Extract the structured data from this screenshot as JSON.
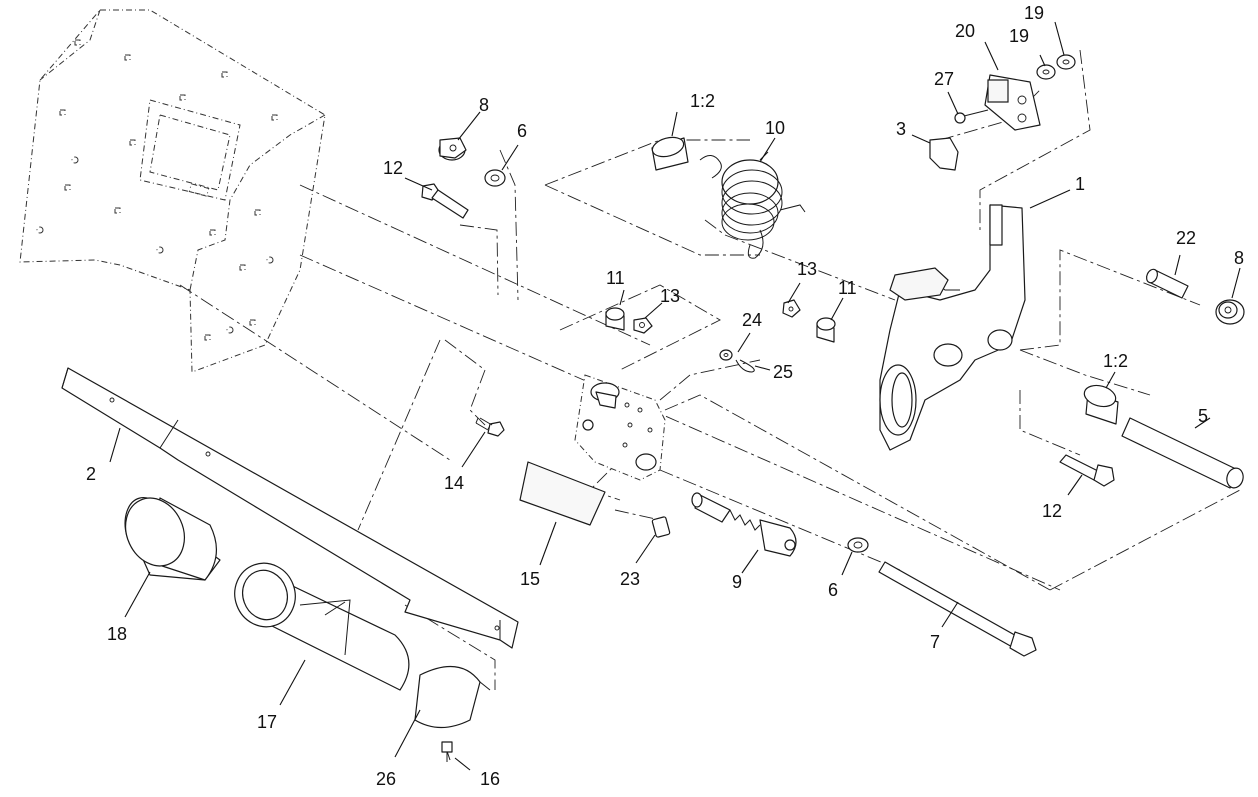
{
  "callouts": [
    {
      "id": "c1",
      "label": "1"
    },
    {
      "id": "c2",
      "label": "2"
    },
    {
      "id": "c3",
      "label": "3"
    },
    {
      "id": "c5",
      "label": "5"
    },
    {
      "id": "c6a",
      "label": "6"
    },
    {
      "id": "c6b",
      "label": "6"
    },
    {
      "id": "c7",
      "label": "7"
    },
    {
      "id": "c8a",
      "label": "8"
    },
    {
      "id": "c8b",
      "label": "8"
    },
    {
      "id": "c9",
      "label": "9"
    },
    {
      "id": "c10",
      "label": "10"
    },
    {
      "id": "c11a",
      "label": "11"
    },
    {
      "id": "c11b",
      "label": "11"
    },
    {
      "id": "c12a",
      "label": "12"
    },
    {
      "id": "c12b",
      "label": "12"
    },
    {
      "id": "c13a",
      "label": "13"
    },
    {
      "id": "c13b",
      "label": "13"
    },
    {
      "id": "c14",
      "label": "14"
    },
    {
      "id": "c15",
      "label": "15"
    },
    {
      "id": "c16",
      "label": "16"
    },
    {
      "id": "c17",
      "label": "17"
    },
    {
      "id": "c18",
      "label": "18"
    },
    {
      "id": "c19a",
      "label": "19"
    },
    {
      "id": "c19b",
      "label": "19"
    },
    {
      "id": "c20",
      "label": "20"
    },
    {
      "id": "c22",
      "label": "22"
    },
    {
      "id": "c23",
      "label": "23"
    },
    {
      "id": "c24",
      "label": "24"
    },
    {
      "id": "c25",
      "label": "25"
    },
    {
      "id": "c26",
      "label": "26"
    },
    {
      "id": "c27",
      "label": "27"
    },
    {
      "id": "c1to2a",
      "label": "1:2"
    },
    {
      "id": "c1to2b",
      "label": "1:2"
    }
  ]
}
